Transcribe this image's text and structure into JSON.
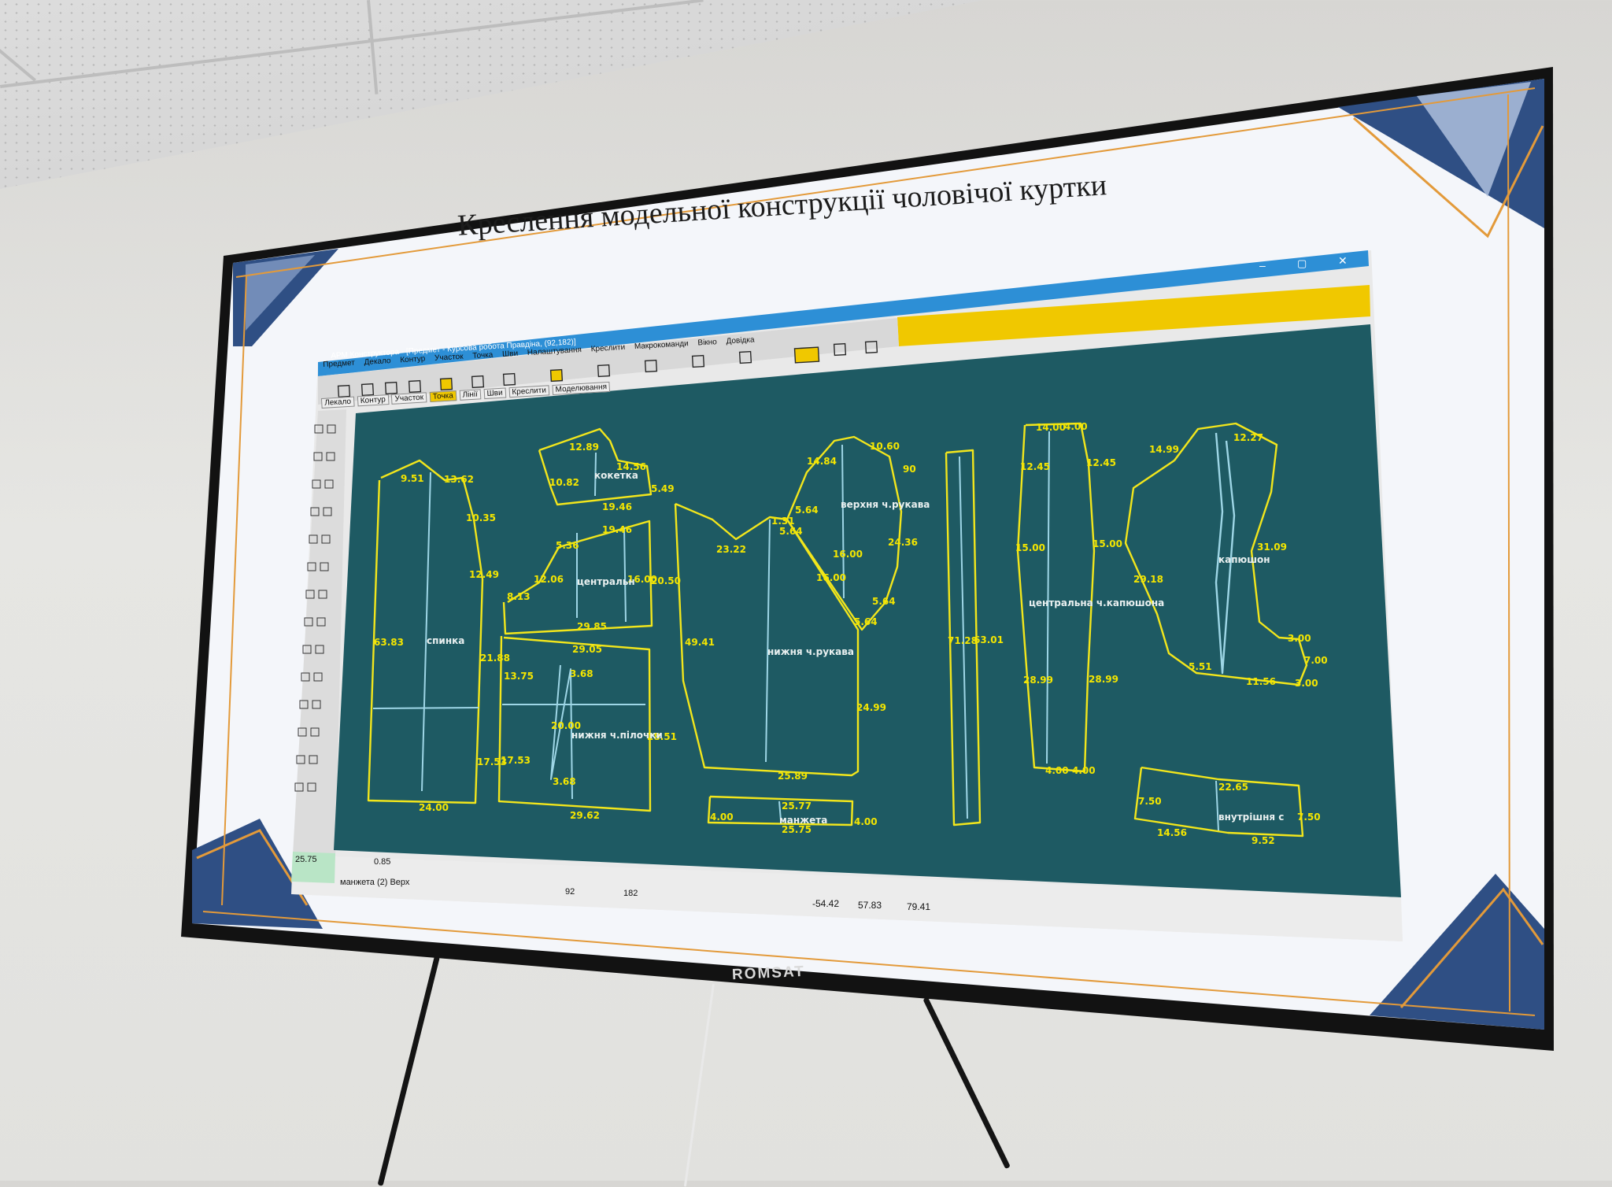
{
  "slide": {
    "title": "Креслення модельної конструкції чоловічої куртки"
  },
  "tv": {
    "brand": "ROMSAT"
  },
  "app": {
    "window_title": "АРМ Конструктора - [Предмет - Курсова робота Правдіна, (92,182)]",
    "menu": [
      "Предмет",
      "Декало",
      "Контур",
      "Участок",
      "Точка",
      "Шви",
      "Налаштування",
      "Креслити",
      "Макрокоманди",
      "Вікно",
      "Довідка"
    ],
    "tabs": [
      "Лекало",
      "Контур",
      "Участок",
      "Точка",
      "Лінії",
      "Шви",
      "Креслити",
      "Моделювання"
    ],
    "active_tab": "Точка",
    "status_value": "25.75",
    "scale_value": "0.85",
    "status_text": "манжета (2) Верх",
    "size_select": "92",
    "height_select": "182",
    "coord_x": "-54.42",
    "coord_y": "57.83",
    "coord_z": "79.41"
  },
  "pattern": {
    "pieces": {
      "back": "спинка",
      "yoke": "кокетка",
      "center": "центральн",
      "lower_front": "нижня ч.пілочки",
      "upper_sleeve": "верхня ч.рукава",
      "lower_sleeve": "нижня ч.рукава",
      "hood_center": "центральна ч.капюшона",
      "hood": "капюшон",
      "cuff": "манжета",
      "inner": "внутрішня с"
    },
    "labels": {
      "l_9_51": "9.51",
      "l_13_62": "13.62",
      "l_10_35": "10.35",
      "l_12_49": "12.49",
      "l_63_83": "63.83",
      "l_21_88": "21.88",
      "l_17_53a": "17.53",
      "l_24_00": "24.00",
      "l_12_89": "12.89",
      "l_14_56a": "14.56",
      "l_10_82": "10.82",
      "l_5_49": "5.49",
      "l_19_46a": "19.46",
      "l_19_46b": "19.46",
      "l_5_36": "5.36",
      "l_12_06": "12.06",
      "l_8_13": "8.13",
      "l_16_00a": "16.00",
      "l_20_50": "20.50",
      "l_29_85": "29.85",
      "l_29_05": "29.05",
      "l_13_75": "13.75",
      "l_3_68a": "3.68",
      "l_20_00": "20.00",
      "l_28_51": "28.51",
      "l_17_53b": "17.53",
      "l_3_68b": "3.68",
      "l_29_62": "29.62",
      "l_14_84": "14.84",
      "l_10_60": "10.60",
      "l_90": "90",
      "l_5_64a": "5.64",
      "l_1_31": "1.31",
      "l_5_64b": "5.64",
      "l_23_22": "23.22",
      "l_16_00b": "16.00",
      "l_24_36": "24.36",
      "l_16_00c": "16.00",
      "l_5_64c": "5.64",
      "l_5_64d": "5.64",
      "l_49_41": "49.41",
      "l_24_99": "24.99",
      "l_25_89": "25.89",
      "l_25_77": "25.77",
      "l_4_00a": "4.00",
      "l_4_00b": "4.00",
      "l_25_75": "25.75",
      "l_71_28": "71.28",
      "l_63_01": "63.01",
      "l_14_00": "14.00",
      "l_4_00c": "4.00",
      "l_12_45a": "12.45",
      "l_12_45b": "12.45",
      "l_15_00a": "15.00",
      "l_15_00b": "15.00",
      "l_28_99a": "28.99",
      "l_28_99b": "28.99",
      "l_4_00d": "4.00",
      "l_4_00e": "4.00",
      "l_14_99": "14.99",
      "l_12_27": "12.27",
      "l_31_09": "31.09",
      "l_29_18": "29.18",
      "l_5_51": "5.51",
      "l_11_56": "11.56",
      "l_3_00a": "3.00",
      "l_3_00b": "3.00",
      "l_7_00": "7.00",
      "l_22_65": "22.65",
      "l_7_50a": "7.50",
      "l_7_50b": "7.50",
      "l_14_56b": "14.56",
      "l_9_52": "9.52"
    }
  },
  "colors": {
    "canvas": "#1e5a63",
    "outline": "#f2e61c",
    "grainline": "#9ed6e6",
    "titlebar": "#2d8fd6",
    "toolbar_yellow": "#f0c800"
  }
}
